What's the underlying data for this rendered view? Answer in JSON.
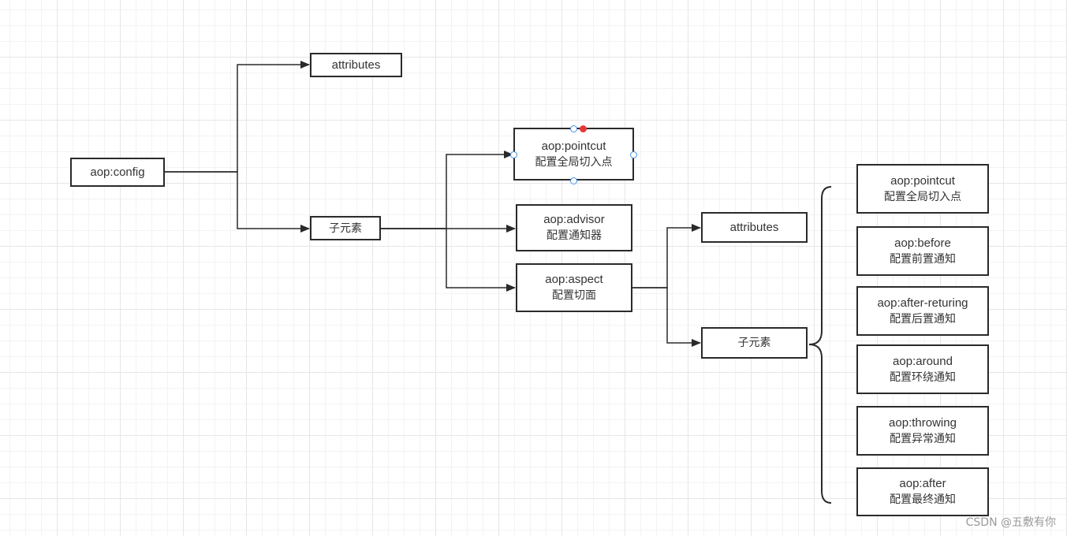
{
  "nodes": {
    "aop_config": {
      "label": "aop:config"
    },
    "attributes_1": {
      "label": "attributes"
    },
    "child_1": {
      "label": "子元素"
    },
    "pointcut_1": {
      "label": "aop:pointcut",
      "sub": "配置全局切入点"
    },
    "advisor": {
      "label": "aop:advisor",
      "sub": "配置通知器"
    },
    "aspect": {
      "label": "aop:aspect",
      "sub": "配置切面"
    },
    "attributes_2": {
      "label": "attributes"
    },
    "child_2": {
      "label": "子元素"
    },
    "pointcut_2": {
      "label": "aop:pointcut",
      "sub": "配置全局切入点"
    },
    "before": {
      "label": "aop:before",
      "sub": "配置前置通知"
    },
    "after_returing": {
      "label": "aop:after-returing",
      "sub": "配置后置通知"
    },
    "around": {
      "label": "aop:around",
      "sub": "配置环绕通知"
    },
    "throwing": {
      "label": "aop:throwing",
      "sub": "配置异常通知"
    },
    "after": {
      "label": "aop:after",
      "sub": "配置最终通知"
    }
  },
  "watermark": "CSDN @五敷有你",
  "colors": {
    "stroke": "#2a2a2a",
    "grid": "#e6e6e6",
    "handle": "#4a90e2",
    "handle_active": "#e53935"
  }
}
